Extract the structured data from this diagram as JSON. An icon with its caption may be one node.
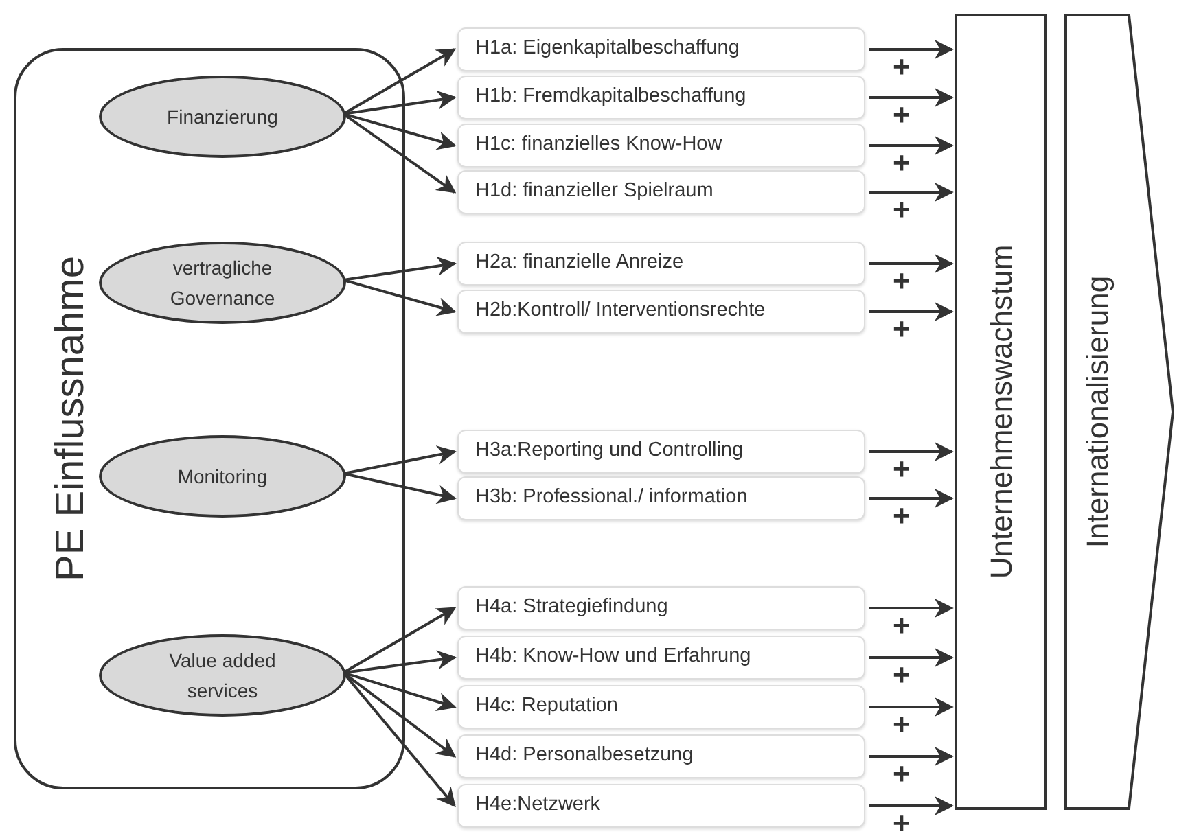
{
  "diagram": {
    "nodes": [
      {
        "text": [
          "PE Einflussnahme"
        ]
      },
      {
        "text": [
          "Finanzierung"
        ],
        "in": 0
      },
      {
        "text": [
          "vertragliche Governance"
        ],
        "in": 0
      },
      {
        "text": [
          "Monitoring"
        ],
        "in": 0
      },
      {
        "text": [
          "Value added services"
        ],
        "in": 0
      },
      {
        "text": [
          "H1a: Eigenkapitalbeschaffung"
        ]
      },
      {
        "text": [
          "H1b: Fremdkapitalbeschaffung"
        ]
      },
      {
        "text": [
          "H1c: finanzielles Know-How"
        ]
      },
      {
        "text": [
          "H1d: finanzieller Spielraum"
        ]
      },
      {
        "text": [
          "H2a: finanzielle Anreize"
        ]
      },
      {
        "text": [
          "H2b:Kontroll/ Interventionsrechte"
        ]
      },
      {
        "text": [
          "H3a:Reporting und Controlling"
        ]
      },
      {
        "text": [
          "H3b: Professional./ information"
        ]
      },
      {
        "text": [
          "H4a: Strategiefindung"
        ]
      },
      {
        "text": [
          "H4b: Know-How und Erfahrung"
        ]
      },
      {
        "text": [
          "H4c: Reputation"
        ]
      },
      {
        "text": [
          "H4d: Personalbesetzung"
        ]
      },
      {
        "text": [
          "H4e:Netzwerk"
        ]
      },
      {
        "text": [
          "Unternehmenswachstum"
        ]
      },
      {
        "text": [
          "Internationalisierung"
        ]
      }
    ],
    "edges": [
      {
        "from": 1,
        "to": 5,
        "arrow": "to"
      },
      {
        "from": 1,
        "to": 6,
        "arrow": "to"
      },
      {
        "from": 1,
        "to": 7,
        "arrow": "to"
      },
      {
        "from": 1,
        "to": 8,
        "arrow": "to"
      },
      {
        "from": 2,
        "to": 9,
        "arrow": "to"
      },
      {
        "from": 2,
        "to": 10,
        "arrow": "to"
      },
      {
        "from": 3,
        "to": 11,
        "arrow": "to"
      },
      {
        "from": 3,
        "to": 12,
        "arrow": "to"
      },
      {
        "from": 4,
        "to": 13,
        "arrow": "to"
      },
      {
        "from": 4,
        "to": 14,
        "arrow": "to"
      },
      {
        "from": 4,
        "to": 15,
        "arrow": "to"
      },
      {
        "from": 4,
        "to": 16,
        "arrow": "to"
      },
      {
        "from": 4,
        "to": 17,
        "arrow": "to"
      },
      {
        "from": 5,
        "to": 18,
        "arrow": "to",
        "label": "+"
      },
      {
        "from": 6,
        "to": 18,
        "arrow": "to",
        "label": "+"
      },
      {
        "from": 7,
        "to": 18,
        "arrow": "to",
        "label": "+"
      },
      {
        "from": 8,
        "to": 18,
        "arrow": "to",
        "label": "+"
      },
      {
        "from": 9,
        "to": 18,
        "arrow": "to",
        "label": "+"
      },
      {
        "from": 10,
        "to": 18,
        "arrow": "to",
        "label": "+"
      },
      {
        "from": 11,
        "to": 18,
        "arrow": "to",
        "label": "+"
      },
      {
        "from": 12,
        "to": 18,
        "arrow": "to",
        "label": "+"
      },
      {
        "from": 13,
        "to": 18,
        "arrow": "to",
        "label": "+"
      },
      {
        "from": 14,
        "to": 18,
        "arrow": "to",
        "label": "+"
      },
      {
        "from": 15,
        "to": 18,
        "arrow": "to",
        "label": "+"
      },
      {
        "from": 16,
        "to": 18,
        "arrow": "to",
        "label": "+"
      },
      {
        "from": 17,
        "to": 18,
        "arrow": "to",
        "label": "+"
      }
    ]
  }
}
